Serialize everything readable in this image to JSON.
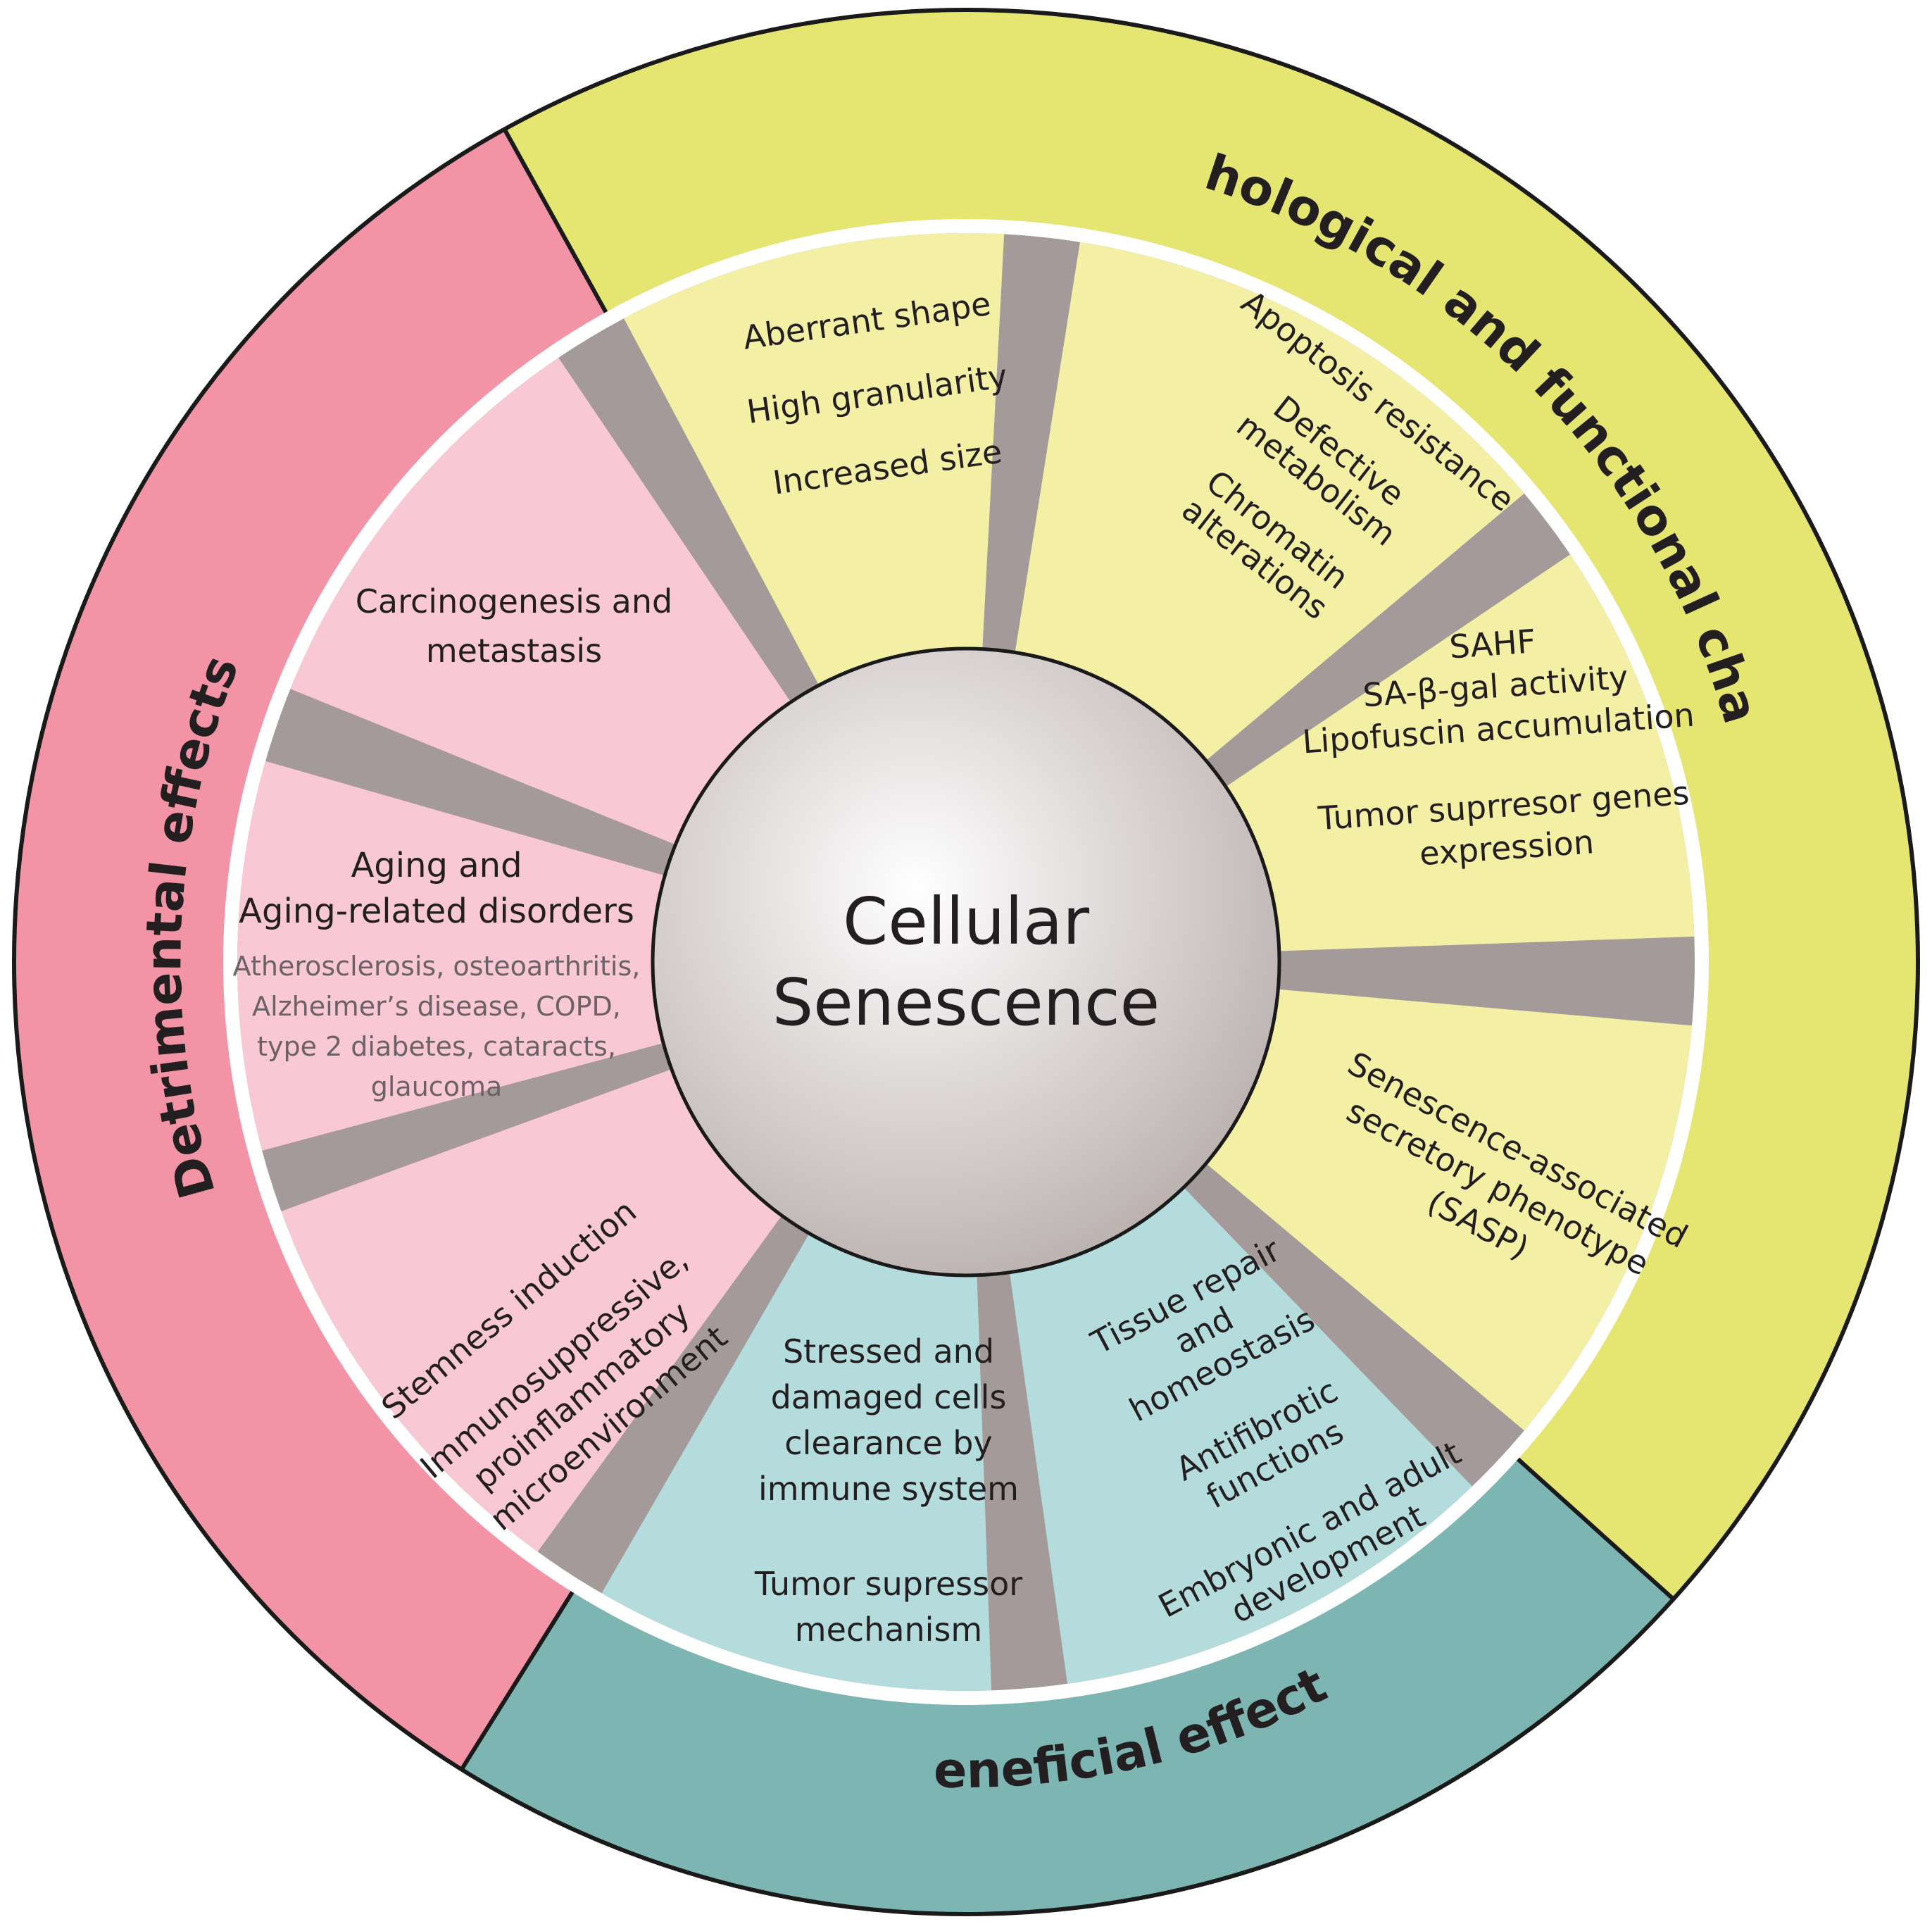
{
  "center": {
    "lines": [
      "Cellular",
      "Senescence"
    ]
  },
  "rings": [
    {
      "id": "detrimental",
      "label": "Detrimental effects",
      "color": "#f294a5"
    },
    {
      "id": "morphological",
      "label": "Morphological and functional changes",
      "color": "#e5e571"
    },
    {
      "id": "beneficial",
      "label": "Beneficial effects",
      "color": "#7cb5b1"
    }
  ],
  "segments": [
    {
      "id": "aberrant-shape",
      "group": "morphological",
      "lines": [
        "Aberrant shape",
        "High granularity",
        "Increased size"
      ]
    },
    {
      "id": "apoptosis",
      "group": "morphological",
      "lines": [
        "Apoptosis resistance",
        "Defective",
        "metabolism",
        "Chromatin",
        "alterations"
      ]
    },
    {
      "id": "sahf",
      "group": "morphological",
      "lines": [
        "SAHF",
        "SA-β-gal activity",
        "Lipofuscin accumulation",
        "Tumor suprresor genes",
        "expression"
      ]
    },
    {
      "id": "sasp",
      "group": "morphological",
      "lines": [
        "Senescence-associated",
        "secretory phenotype",
        "(SASP)"
      ]
    },
    {
      "id": "tissue-repair",
      "group": "beneficial",
      "lines": [
        "Tissue repair",
        "and",
        "homeostasis",
        "Antifibrotic",
        "functions",
        "Embryonic  and adult",
        "development"
      ]
    },
    {
      "id": "clearance",
      "group": "beneficial",
      "lines": [
        "Stressed and",
        "damaged cells",
        "clearance by",
        "immune system",
        "Tumor supressor",
        "mechanism"
      ]
    },
    {
      "id": "stemness",
      "group": "detrimental",
      "lines": [
        "Stemness induction",
        "Immunosuppressive,",
        "proinflammatory",
        "microenvironment"
      ]
    },
    {
      "id": "aging",
      "group": "detrimental",
      "lines": [
        "Aging and",
        "Aging-related disorders"
      ],
      "sub_lines": [
        "Atherosclerosis, osteoarthritis,",
        "Alzheimer’s disease, COPD,",
        "type 2 diabetes, cataracts,",
        "glaucoma"
      ]
    },
    {
      "id": "carcinogenesis",
      "group": "detrimental",
      "lines": [
        "Carcinogenesis and",
        "metastasis"
      ]
    }
  ],
  "colors": {
    "detrimental_segment": "#f9c8d5",
    "morphological_segment": "#f3f0a6",
    "beneficial_segment": "#b4dcdc",
    "separator": "#a39a99",
    "center_light": "#ffffff",
    "center_dark": "#bbb2b0",
    "outline": "#1a1a1a",
    "text": "#231f20"
  }
}
